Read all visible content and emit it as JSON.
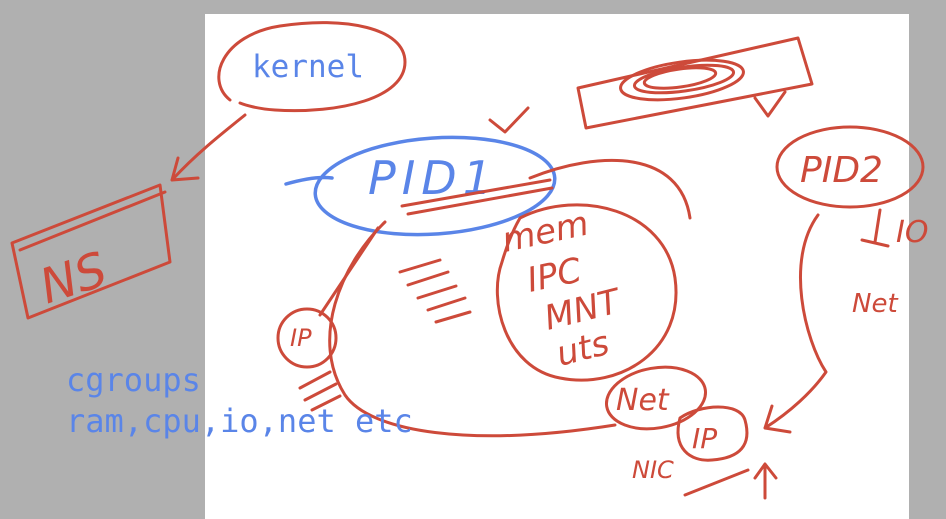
{
  "colors": {
    "canvas_bg": "#b0b0b0",
    "board_bg": "#ffffff",
    "ink_red": "#cd4a3a",
    "ink_blue": "#5a85e8"
  },
  "typed_labels": {
    "kernel": "kernel",
    "cgroups": "cgroups",
    "cgroups_detail": "ram,cpu,io,net etc"
  },
  "handwritten": {
    "ns": "NS",
    "pid1": "PID1",
    "pid2": "PID2",
    "namespaces": [
      "mem",
      "IPC",
      "MNT",
      "uts"
    ],
    "net": "Net",
    "ip_left": "IP",
    "ip_bottom": "IP",
    "nic": "NIC",
    "io": "IO",
    "net_right": "Net"
  }
}
